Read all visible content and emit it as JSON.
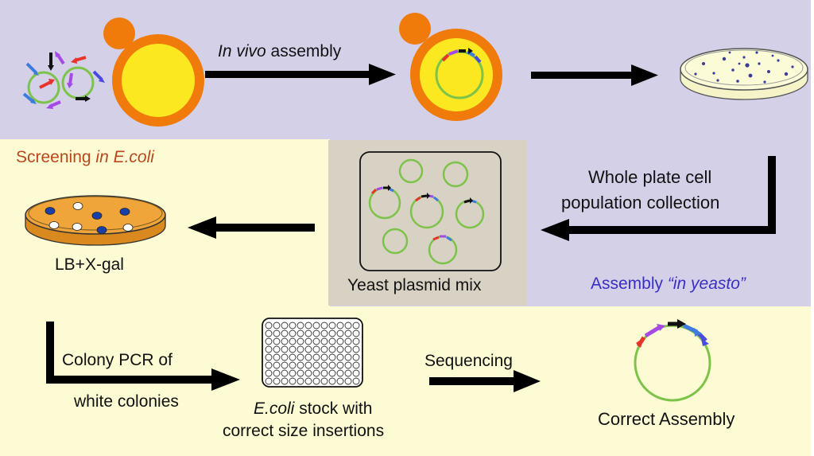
{
  "labels": {
    "in_vivo_italic": "In vivo",
    "in_vivo_rest": " assembly",
    "screening_prefix": "Screening ",
    "screening_italic": "in E.coli",
    "whole_plate_line1": "Whole plate cell",
    "whole_plate_line2": "population collection",
    "assembly_prefix": "Assembly ",
    "assembly_italic": "“in yeasto”",
    "lb_xgal": "LB+X-gal",
    "yeast_plasmid_mix": "Yeast plasmid mix",
    "colony_pcr_line1": "Colony PCR of",
    "colony_pcr_line2": "white colonies",
    "ecoli_italic": "E.coli",
    "stock_rest": " stock with",
    "stock_line2": "correct size insertions",
    "sequencing": "Sequencing",
    "correct_assembly": "Correct Assembly"
  },
  "colors": {
    "yeast_region": "#d4d0e8",
    "ecoli_region": "#fdfbd3",
    "mix_box": "#d8d2c4",
    "screening_title": "#b8471e",
    "assembly_title": "#3b2fc2",
    "cell_wall": "#f07a0a",
    "cell_body": "#fce820",
    "plasmid": "#7dc34a",
    "frag_red": "#e8332a",
    "frag_purple": "#a64ae6",
    "frag_black": "#111111",
    "frag_blue": "#3d7be0",
    "frag_navy": "#4a4adc"
  }
}
